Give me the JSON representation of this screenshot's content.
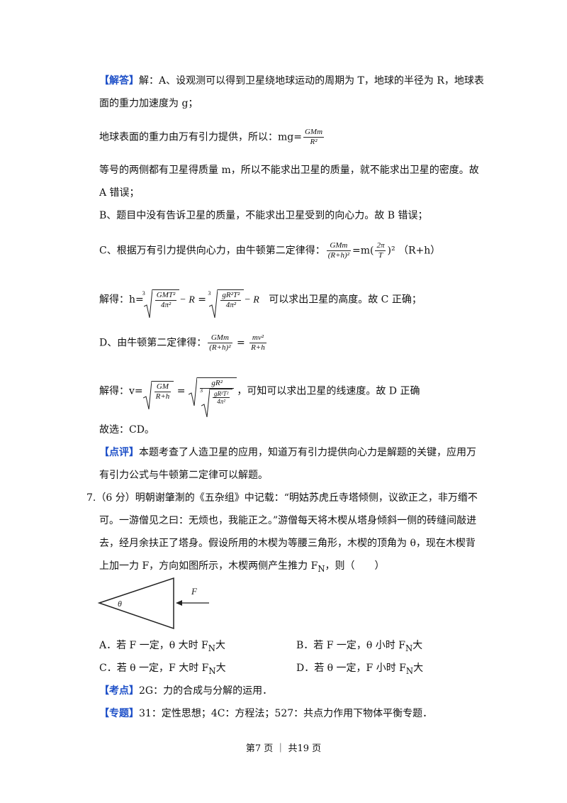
{
  "lines": {
    "l1": "【解答】",
    "l1b": "解：A、设观测可以得到卫星绕地球运动的周期为 T，地球的半径为 R，地球表",
    "l2": "面的重力加速度为 g；",
    "l3": "地球表面的重力由万有引力提供，所以：mg=",
    "l4": "等号的两侧都有卫星得质量 m，所以不能求出卫星的质量，就不能求出卫星的密度。故",
    "l5": "A 错误；",
    "l6": "B、题目中没有告诉卫星的质量，不能求出卫星受到的向心力。故 B 错误；",
    "l7": "C、根据万有引力提供向心力，由牛顿第二定律得：",
    "l7b": "=m(",
    "l7c": ")² （R+h）",
    "l8": "解得：h=",
    "l8b": "可以求出卫星的高度。故 C 正确；",
    "l9": "D、由牛顿第二定律得：",
    "l10": "解得：v=",
    "l10b": "，可知可以求出卫星的线速度。故 D 正确",
    "l11": "故选：CD。",
    "l12tag": "【点评】",
    "l12": "本题考查了人造卫星的应用，知道万有引力提供向心力是解题的关键，应用万",
    "l13": "有引力公式与牛顿第二定律可以解题。",
    "q7a": "7.（6 分）明朝谢肇淛的《五杂组》中记载：“明姑苏虎丘寺塔倾侧，议欲正之，非万缗不",
    "q7b": "可。一游僧见之曰：无烦也，我能正之。”游僧每天将木楔从塔身倾斜一侧的砖缝间敲进",
    "q7c": "去，经月余扶正了塔身。假设所用的木楔为等腰三角形，木楔的顶角为 θ，现在木楔背",
    "q7d": "上加一力 F，方向如图所示，木楔两侧产生推力 F",
    "q7d_sub": "N",
    "q7d_end": "，则（　　）",
    "optA": "A．若 F 一定，θ 大时 F",
    "optB": "B．若 F 一定，θ 小时 F",
    "optC": "C．若 θ 一定，F 大时 F",
    "optD": "D．若 θ 一定，F 小时 F",
    "sub": "N",
    "big": "大",
    "kd_tag": "【考点】",
    "kd": "2G：力的合成与分解的运用．",
    "zt_tag": "【专题】",
    "zt": "31：定性思想；4C：方程法；527：共点力作用下物体平衡专题．"
  },
  "math": {
    "GMm": "GMm",
    "R2": "R²",
    "Rh2": "(R+h)²",
    "twopi": "2π",
    "T": "T",
    "GMT2": "GMT²",
    "fourpi2": "4π²",
    "minusR": "− R",
    "eq": "=",
    "gR2T2": "gR²T²",
    "mv2": "mv²",
    "Rh": "R+h",
    "GM": "GM",
    "gR2": "gR²",
    "cube": "3"
  },
  "figure": {
    "force_label": "F",
    "angle_label": "θ"
  },
  "footer": "第7 页 ｜ 共19 页"
}
